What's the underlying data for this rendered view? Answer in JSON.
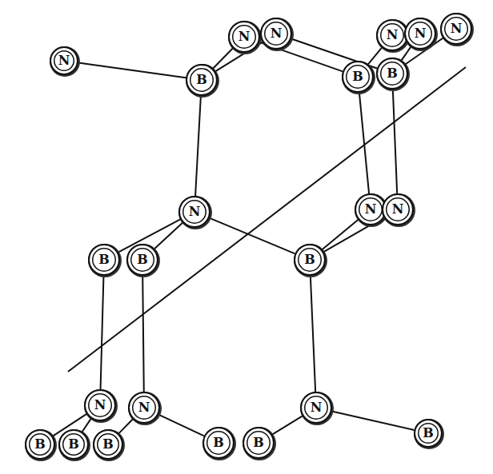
{
  "diagram": {
    "nodes": [
      {
        "text": [
          "N"
        ]
      },
      {
        "text": [
          "B"
        ]
      },
      {
        "text": [
          "N"
        ]
      },
      {
        "text": [
          "N"
        ]
      },
      {
        "text": [
          "B"
        ]
      },
      {
        "text": [
          "B"
        ]
      },
      {
        "text": [
          "N"
        ]
      },
      {
        "text": [
          "N"
        ]
      },
      {
        "text": [
          "N"
        ]
      },
      {
        "text": [
          "N"
        ]
      },
      {
        "text": [
          "N"
        ]
      },
      {
        "text": [
          "N"
        ]
      },
      {
        "text": [
          "B"
        ]
      },
      {
        "text": [
          "B"
        ]
      },
      {
        "text": [
          "B"
        ]
      },
      {
        "text": [
          "N"
        ]
      },
      {
        "text": [
          "N"
        ]
      },
      {
        "text": [
          "N"
        ]
      },
      {
        "text": [
          "B"
        ]
      },
      {
        "text": [
          "B"
        ]
      },
      {
        "text": [
          "B"
        ]
      },
      {
        "text": [
          "B"
        ]
      },
      {
        "text": [
          "B"
        ]
      },
      {
        "text": [
          "B"
        ]
      }
    ],
    "edges": [
      {
        "from": 0,
        "to": 1,
        "arrow": "none"
      },
      {
        "from": 1,
        "to": 2,
        "arrow": "none"
      },
      {
        "from": 1,
        "to": 3,
        "arrow": "none"
      },
      {
        "from": 2,
        "to": 4,
        "arrow": "none"
      },
      {
        "from": 3,
        "to": 5,
        "arrow": "none"
      },
      {
        "from": 4,
        "to": 6,
        "arrow": "none"
      },
      {
        "from": 5,
        "to": 7,
        "arrow": "none"
      },
      {
        "from": 5,
        "to": 8,
        "arrow": "none"
      },
      {
        "from": 1,
        "to": 9,
        "arrow": "none"
      },
      {
        "from": 4,
        "to": 10,
        "arrow": "none"
      },
      {
        "from": 5,
        "to": 11,
        "arrow": "none"
      },
      {
        "from": 9,
        "to": 12,
        "arrow": "none"
      },
      {
        "from": 9,
        "to": 13,
        "arrow": "none"
      },
      {
        "from": 9,
        "to": 14,
        "arrow": "none"
      },
      {
        "from": 14,
        "to": 10,
        "arrow": "none"
      },
      {
        "from": 14,
        "to": 11,
        "arrow": "none"
      },
      {
        "from": 12,
        "to": 15,
        "arrow": "none"
      },
      {
        "from": 13,
        "to": 16,
        "arrow": "none"
      },
      {
        "from": 14,
        "to": 17,
        "arrow": "none"
      },
      {
        "from": 15,
        "to": 18,
        "arrow": "none"
      },
      {
        "from": 15,
        "to": 19,
        "arrow": "none"
      },
      {
        "from": 16,
        "to": 20,
        "arrow": "none"
      },
      {
        "from": 16,
        "to": 21,
        "arrow": "none"
      },
      {
        "from": 17,
        "to": 22,
        "arrow": "none"
      },
      {
        "from": 17,
        "to": 23,
        "arrow": "none"
      }
    ]
  }
}
